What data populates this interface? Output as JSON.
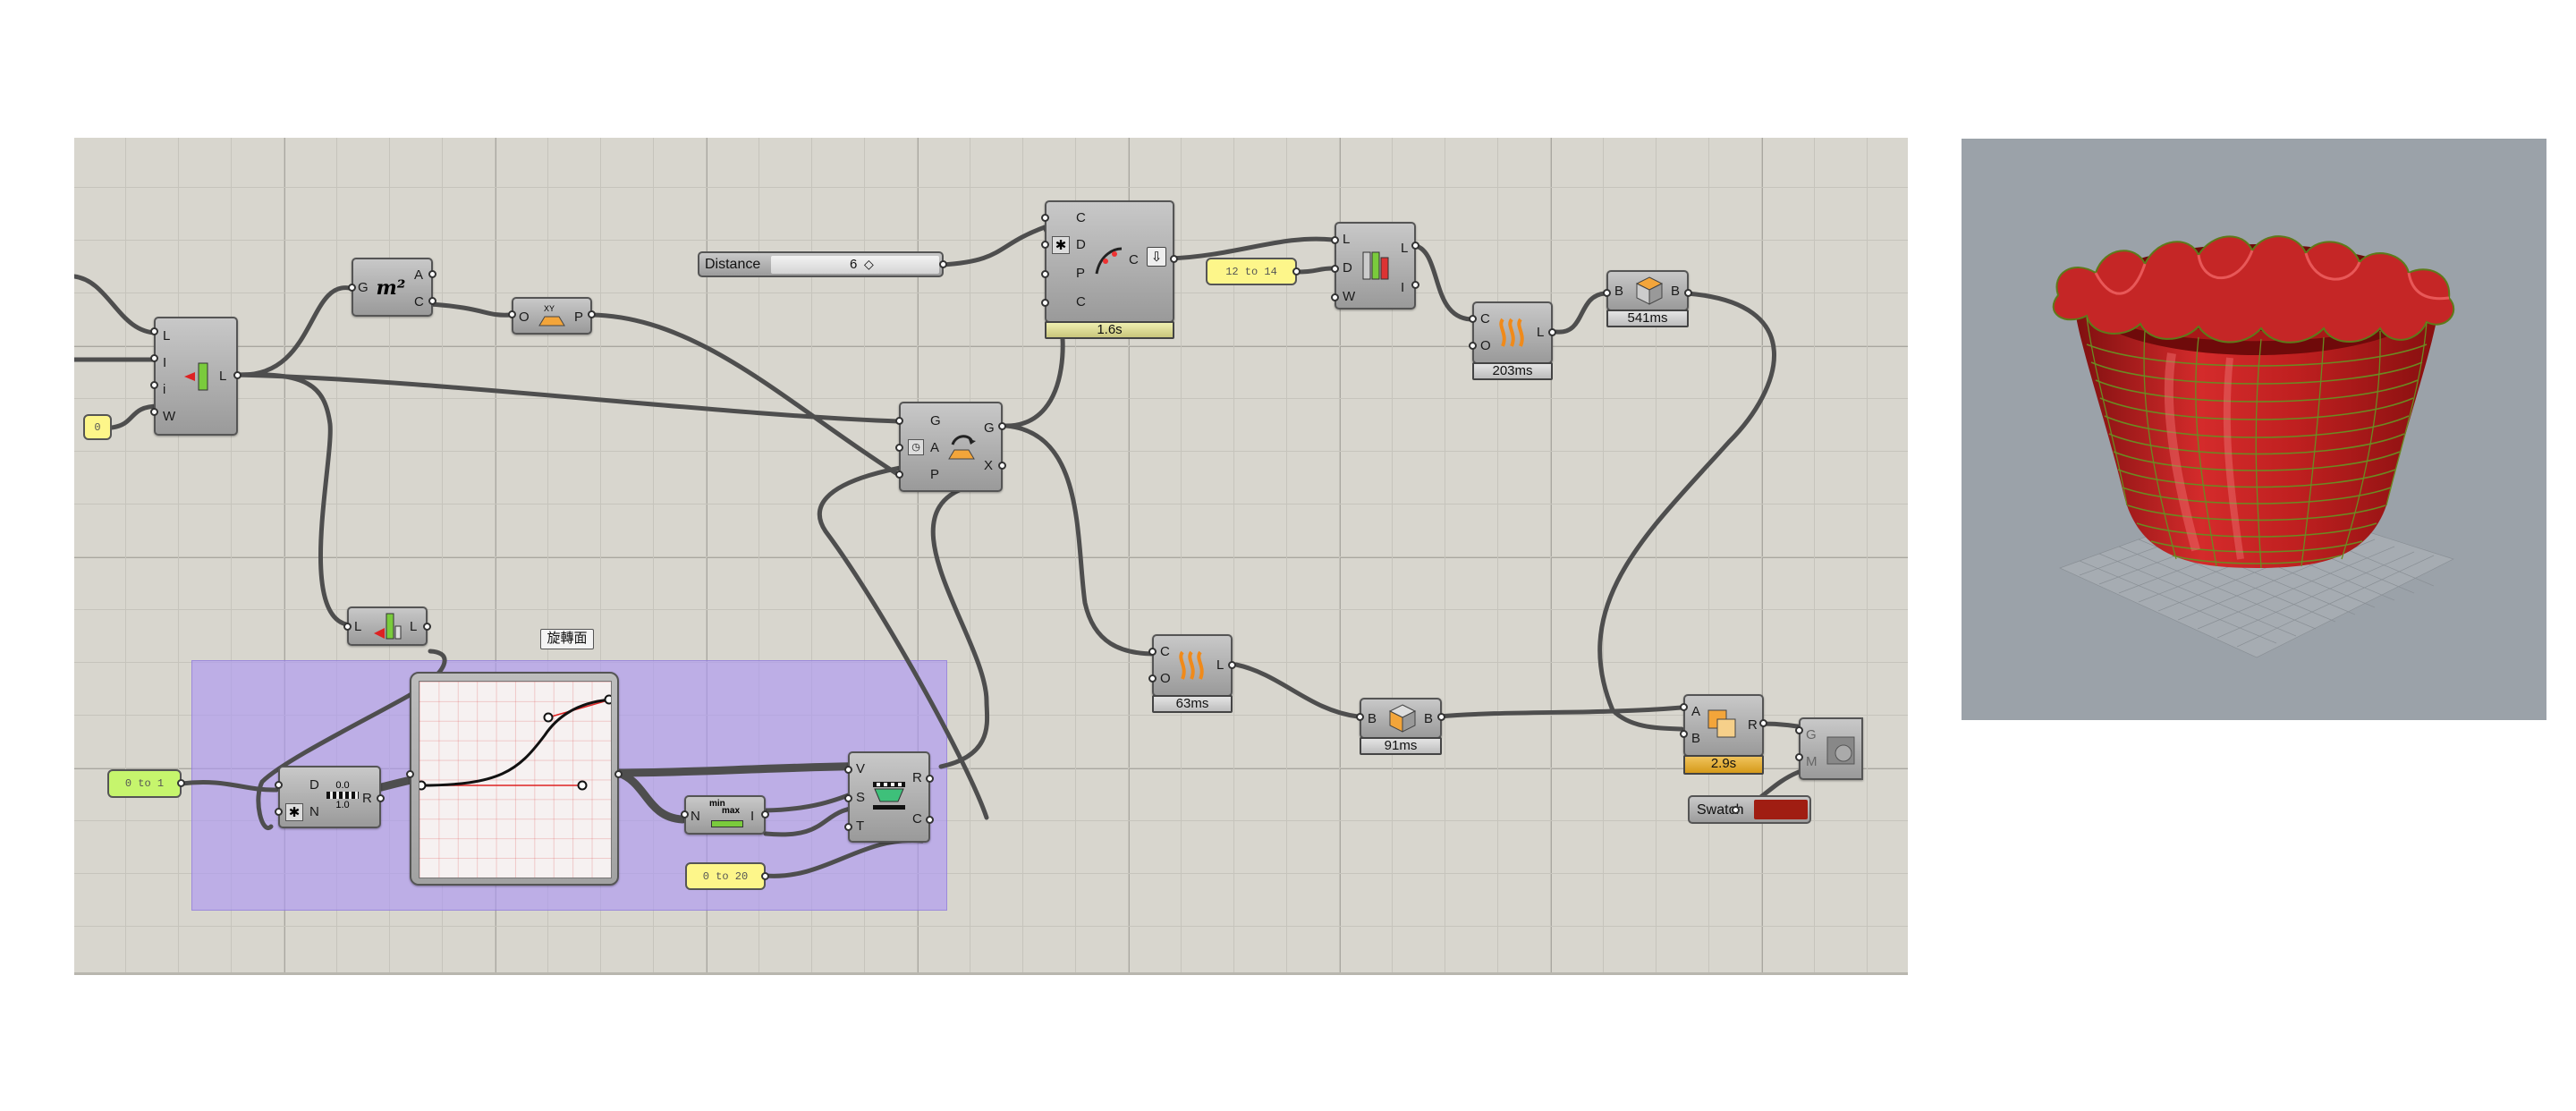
{
  "canvas": {
    "slider_distance": {
      "label": "Distance",
      "value": "6"
    },
    "panel_zero": "0",
    "panel_0to1": "0 to 1",
    "panel_12to14": "12 to 14",
    "panel_0to20": "0 to 20",
    "group_label": "旋轉面",
    "swatch_label": "Swatch",
    "timers": {
      "curve": "1.6s",
      "loft": "2.9s",
      "pipe_top": "203ms",
      "box_top": "541ms",
      "pipe_bottom": "63ms",
      "box_bottom": "91ms"
    },
    "components": {
      "list_item": {
        "inputs": [
          "L",
          "I",
          "i",
          "W"
        ],
        "outputs": [
          "L"
        ]
      },
      "area": {
        "inputs": [
          "G"
        ],
        "outputs": [
          "A",
          "C"
        ]
      },
      "deconstruct": {
        "inputs": [
          "O"
        ],
        "outputs": [
          "P"
        ]
      },
      "rotate": {
        "inputs": [
          "G",
          "A",
          "P"
        ],
        "outputs": [
          "G",
          "X"
        ]
      },
      "curve": {
        "inputs": [
          "C",
          "D",
          "P",
          "C"
        ],
        "outputs": [
          "C"
        ]
      },
      "sublist": {
        "inputs": [
          "L",
          "D",
          "W"
        ],
        "outputs": [
          "L",
          "I"
        ]
      },
      "pipe_top": {
        "inputs": [
          "C",
          "O"
        ],
        "outputs": [
          "L"
        ]
      },
      "box_top": {
        "inputs": [
          "B"
        ],
        "outputs": [
          "B"
        ]
      },
      "reverse": {
        "inputs": [
          "L"
        ],
        "outputs": [
          "L"
        ]
      },
      "range": {
        "inputs": [
          "D",
          "N"
        ],
        "outputs": [
          "R"
        ]
      },
      "graph_mapper": {
        "inputs": [],
        "outputs": []
      },
      "bounds": {
        "inputs": [
          "N"
        ],
        "outputs": [
          "I"
        ],
        "icon_min": "min",
        "icon_max": "max"
      },
      "remap": {
        "inputs": [
          "V",
          "S",
          "T"
        ],
        "outputs": [
          "R",
          "C"
        ]
      },
      "pipe_bottom": {
        "inputs": [
          "C",
          "O"
        ],
        "outputs": [
          "L"
        ]
      },
      "box_bottom": {
        "inputs": [
          "B"
        ],
        "outputs": [
          "B"
        ]
      },
      "union": {
        "inputs": [
          "A",
          "B"
        ],
        "outputs": [
          "R"
        ]
      },
      "preview": {
        "inputs": [
          "G",
          "M"
        ],
        "outputs": []
      }
    },
    "range_icon_top": "0.0",
    "range_icon_bottom": "1.0"
  },
  "viewport": {
    "bg_color": "#9ba2a9",
    "model_color": "#b81c1c"
  },
  "colors": {
    "canvas_bg": "#d8d6ce",
    "group_fill": "#ac96f5",
    "panel_yellow": "#fdf68a",
    "panel_green": "#c6f56d",
    "timer_gold": "#e0aa30",
    "swatch": "#a01d12"
  }
}
